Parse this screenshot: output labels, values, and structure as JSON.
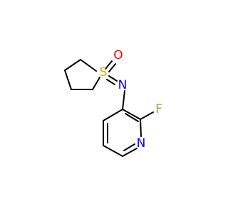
{
  "atoms": {
    "sulfur": {
      "symbol": "S",
      "color": "#B8B800"
    },
    "oxygen": {
      "symbol": "O",
      "color": "#FF0000"
    },
    "imine_nitrogen": {
      "symbol": "N",
      "color": "#0000FF"
    },
    "fluorine": {
      "symbol": "F",
      "color": "#8FB33F"
    },
    "pyridine_nitrogen": {
      "symbol": "N",
      "color": "#0000FF"
    }
  }
}
